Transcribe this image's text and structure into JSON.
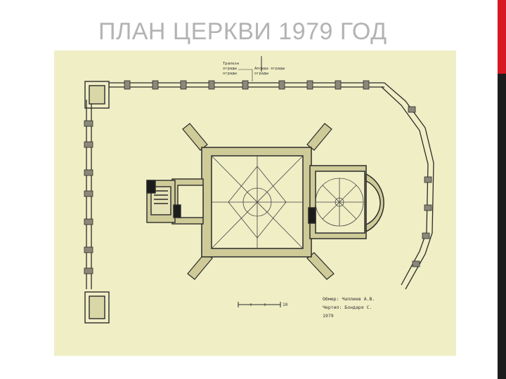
{
  "slide": {
    "title": "ПЛАН ЦЕРКВИ 1979 ГОД"
  },
  "colors": {
    "accent": "#d71920",
    "dark_bar": "#1c1c1c",
    "paper": "#efeec5",
    "ink": "#2b2b2b",
    "title": "#b3b3b3"
  },
  "plan": {
    "top_label_left": [
      "Трапезн",
      "ограды",
      "ограды"
    ],
    "top_label_right": [
      "Апсида ограды",
      "ограды"
    ],
    "credits": [
      "Обмер: Чаплиев А.В.",
      "Чертил: Бондаря С.",
      "1979"
    ],
    "scale_end": "10"
  }
}
